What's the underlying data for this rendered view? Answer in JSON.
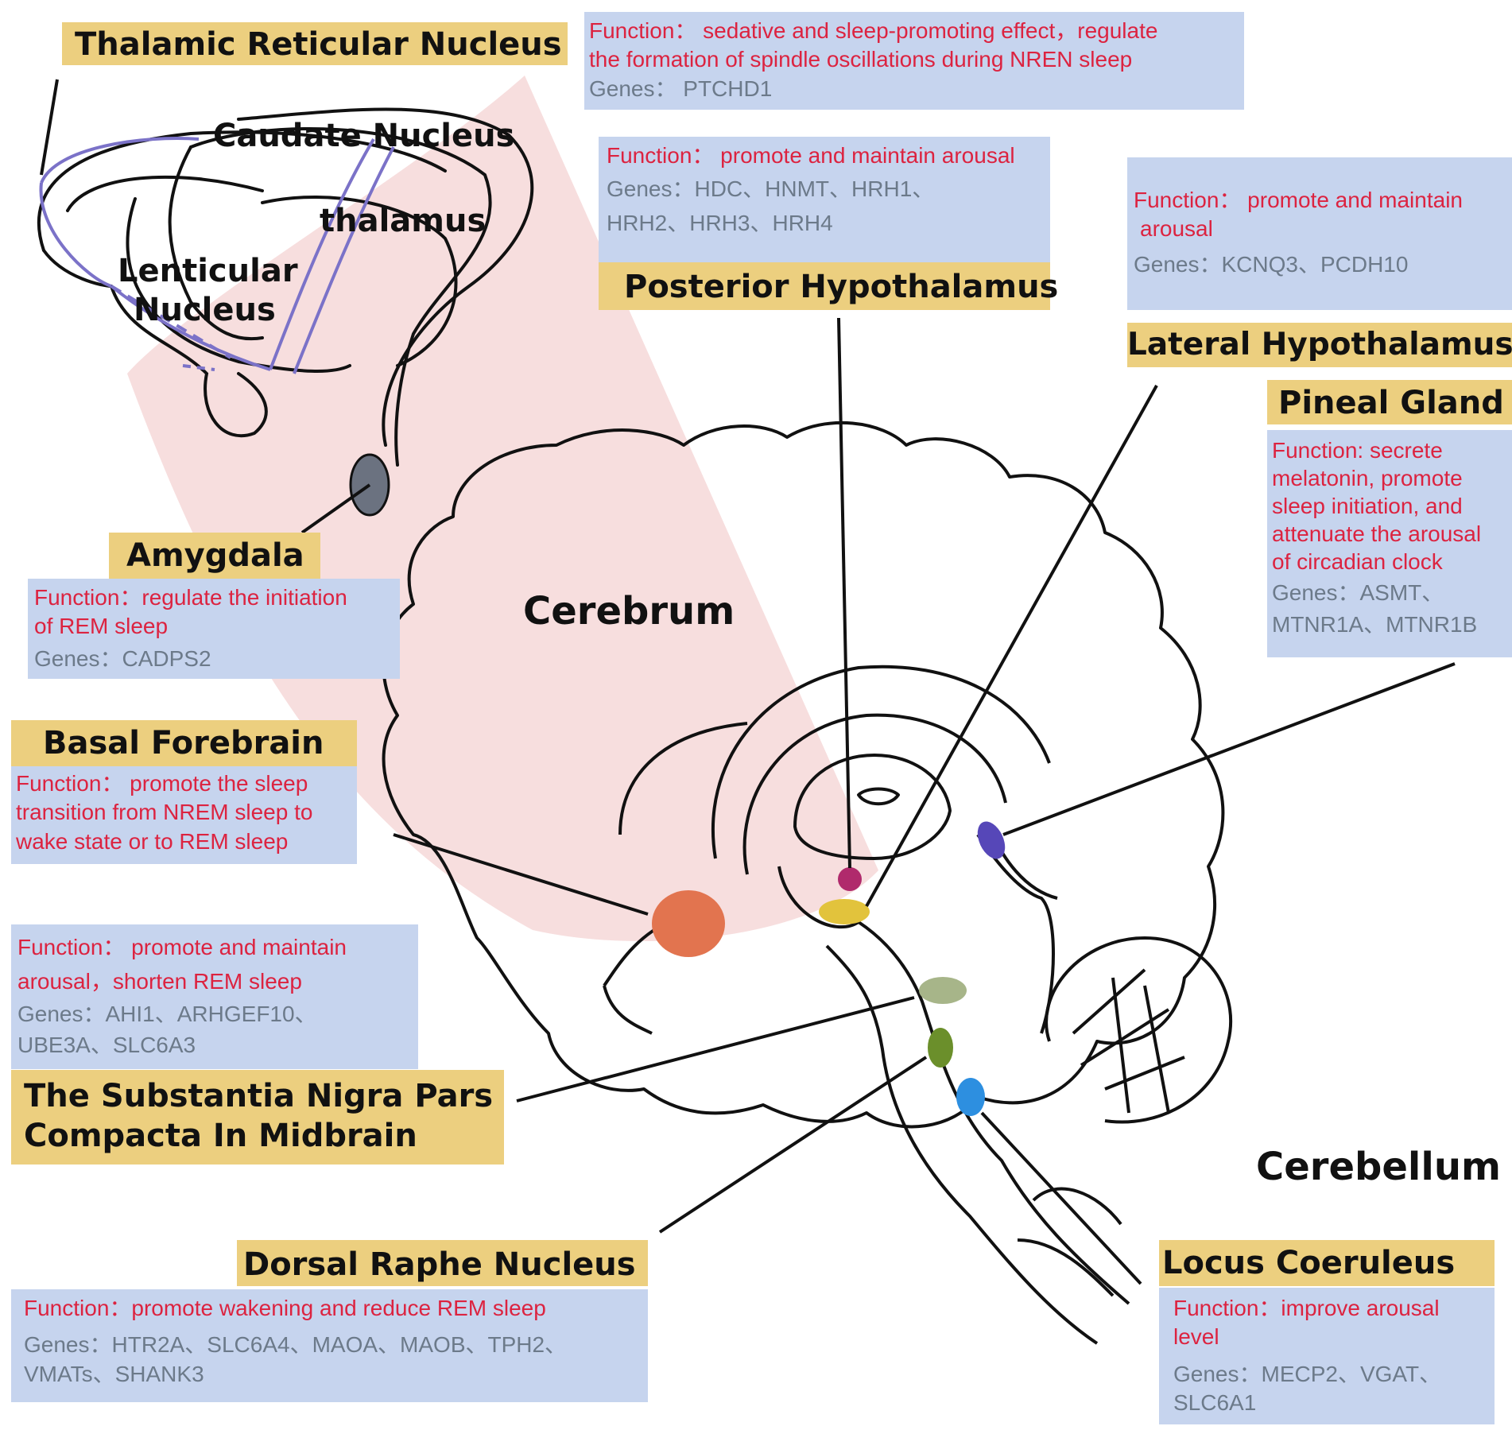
{
  "colors": {
    "title_bg": "#eccf7f",
    "info_bg": "#c6d4ee",
    "function_text": "#dc2340",
    "genes_text": "#6c7a8a",
    "highlight": "#f7dede",
    "outline": "#111111",
    "lentiform_outline": "#7b72c8",
    "basal_forebrain": "#e2744f",
    "posterior_hypothalamus": "#b02a6c",
    "lateral_hypothalamus": "#e2c33c",
    "pineal_gland": "#5647b8",
    "substantia_nigra": "#a7b589",
    "dorsal_raphe": "#6b8f2b",
    "locus_coeruleus": "#2d8fe0",
    "amygdala": "#6b7280"
  },
  "anatomy": {
    "caudate": "Caudate Nucleus",
    "thalamus": "thalamus",
    "lenticular_1": "Lenticular",
    "lenticular_2": "Nucleus",
    "cerebrum": "Cerebrum",
    "cerebellum": "Cerebellum"
  },
  "regions": {
    "trn": {
      "title": "Thalamic Reticular Nucleus",
      "function_1": "Function： sedative and sleep-promoting effect，regulate",
      "function_2": "the formation of spindle oscillations during NREN sleep",
      "genes_1": "Genes： PTCHD1"
    },
    "posterior_hypo": {
      "title": "Posterior Hypothalamus",
      "function_1": "Function： promote and maintain arousal",
      "genes_1": "Genes：HDC、HNMT、HRH1、",
      "genes_2": "HRH2、HRH3、HRH4"
    },
    "lateral_hypo": {
      "title": "Lateral Hypothalamus",
      "function_1": "Function： promote and maintain",
      "function_2": "arousal",
      "genes_1": "Genes：KCNQ3、PCDH10"
    },
    "pineal": {
      "title": "Pineal Gland",
      "function_1": "Function: secrete",
      "function_2": "melatonin, promote",
      "function_3": "sleep initiation, and",
      "function_4": "attenuate the arousal",
      "function_5": "of circadian clock",
      "genes_1": "Genes：ASMT、",
      "genes_2": "MTNR1A、MTNR1B"
    },
    "amygdala": {
      "title": "Amygdala",
      "function_1": "Function：regulate the initiation",
      "function_2": "of REM sleep",
      "genes_1": "Genes：CADPS2"
    },
    "basal_forebrain": {
      "title": "Basal Forebrain",
      "function_1": "Function： promote the sleep",
      "function_2": "transition from NREM sleep to",
      "function_3": "wake state or to REM sleep"
    },
    "snc": {
      "title_1": "The Substantia Nigra Pars",
      "title_2": "Compacta In Midbrain",
      "function_1": "Function： promote and maintain",
      "function_2": "arousal，shorten REM sleep",
      "genes_1": "Genes：AHI1、ARHGEF10、",
      "genes_2": "UBE3A、SLC6A3"
    },
    "dorsal_raphe": {
      "title": "Dorsal Raphe Nucleus",
      "function_1": "Function：promote wakening and reduce REM sleep",
      "genes_1": "Genes：HTR2A、SLC6A4、MAOA、MAOB、TPH2、",
      "genes_2": "VMATs、SHANK3"
    },
    "locus_coeruleus": {
      "title": "Locus Coeruleus",
      "function_1": "Function：improve arousal",
      "function_2": "level",
      "genes_1": "Genes：MECP2、VGAT、",
      "genes_2": "SLC6A1"
    }
  }
}
